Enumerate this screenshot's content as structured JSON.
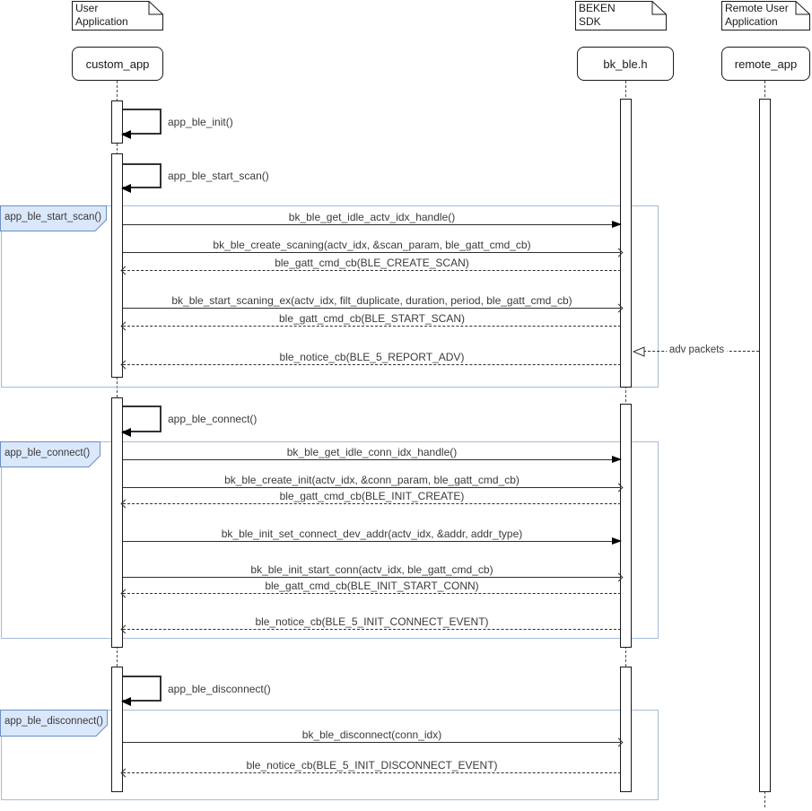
{
  "colors": {
    "frame_border": "#a4bdd8",
    "label_fill": "#dae8fc",
    "label_border": "#6c8ebf"
  },
  "actors": [
    {
      "note_line1": "User",
      "note_line2": "Application",
      "lifeline": "custom_app"
    },
    {
      "note_line1": "BEKEN",
      "note_line2": "SDK",
      "lifeline": "bk_ble.h"
    },
    {
      "note_line1": "Remote User",
      "note_line2": "Application",
      "lifeline": "remote_app"
    }
  ],
  "self_messages": [
    {
      "label": "app_ble_init()"
    },
    {
      "label": "app_ble_start_scan()"
    },
    {
      "label": "app_ble_connect()"
    },
    {
      "label": "app_ble_disconnect()"
    }
  ],
  "frames": [
    {
      "label": "app_ble_start_scan()",
      "messages": [
        {
          "kind": "call-sync",
          "label": "bk_ble_get_idle_actv_idx_handle()"
        },
        {
          "kind": "call-async",
          "label": "bk_ble_create_scaning(actv_idx, &scan_param, ble_gatt_cmd_cb)"
        },
        {
          "kind": "return",
          "label": "ble_gatt_cmd_cb(BLE_CREATE_SCAN)"
        },
        {
          "kind": "call-async",
          "label": "bk_ble_start_scaning_ex(actv_idx, filt_duplicate, duration, period, ble_gatt_cmd_cb)"
        },
        {
          "kind": "return",
          "label": "ble_gatt_cmd_cb(BLE_START_SCAN)"
        },
        {
          "kind": "return",
          "label": "ble_notice_cb(BLE_5_REPORT_ADV)"
        }
      ]
    },
    {
      "label": "app_ble_connect()",
      "messages": [
        {
          "kind": "call-sync",
          "label": "bk_ble_get_idle_conn_idx_handle()"
        },
        {
          "kind": "call-async",
          "label": "bk_ble_create_init(actv_idx, &conn_param, ble_gatt_cmd_cb)"
        },
        {
          "kind": "return",
          "label": "ble_gatt_cmd_cb(BLE_INIT_CREATE)"
        },
        {
          "kind": "call-sync",
          "label": "bk_ble_init_set_connect_dev_addr(actv_idx, &addr, addr_type)"
        },
        {
          "kind": "call-async",
          "label": "bk_ble_init_start_conn(actv_idx, ble_gatt_cmd_cb)"
        },
        {
          "kind": "return",
          "label": "ble_gatt_cmd_cb(BLE_INIT_START_CONN)"
        },
        {
          "kind": "return",
          "label": "ble_notice_cb(BLE_5_INIT_CONNECT_EVENT)"
        }
      ]
    },
    {
      "label": "app_ble_disconnect()",
      "messages": [
        {
          "kind": "call-async",
          "label": "bk_ble_disconnect(conn_idx)"
        },
        {
          "kind": "return",
          "label": "ble_notice_cb(BLE_5_INIT_DISCONNECT_EVENT)"
        }
      ]
    }
  ],
  "adv_message": {
    "label": "adv packets"
  }
}
